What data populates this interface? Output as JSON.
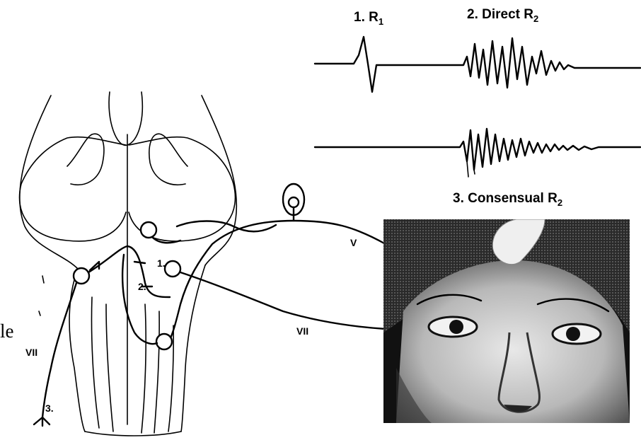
{
  "waveform_labels": {
    "r1": "1. R",
    "r1_sub": "1",
    "direct_r2": "2. Direct R",
    "direct_r2_sub": "2",
    "consensual_r2": "3. Consensual R",
    "consensual_r2_sub": "2"
  },
  "nerve_labels": {
    "trigeminal": "V",
    "facial_upper": "VII",
    "facial_left": "VII"
  },
  "pathway_numbers": {
    "one": "1.",
    "two": "2.",
    "three": "3."
  },
  "cropped_text": "le",
  "photo": {
    "subject": "face-with-finger-tapping-forehead"
  },
  "colors": {
    "ink": "#000000",
    "paper": "#ffffff"
  }
}
